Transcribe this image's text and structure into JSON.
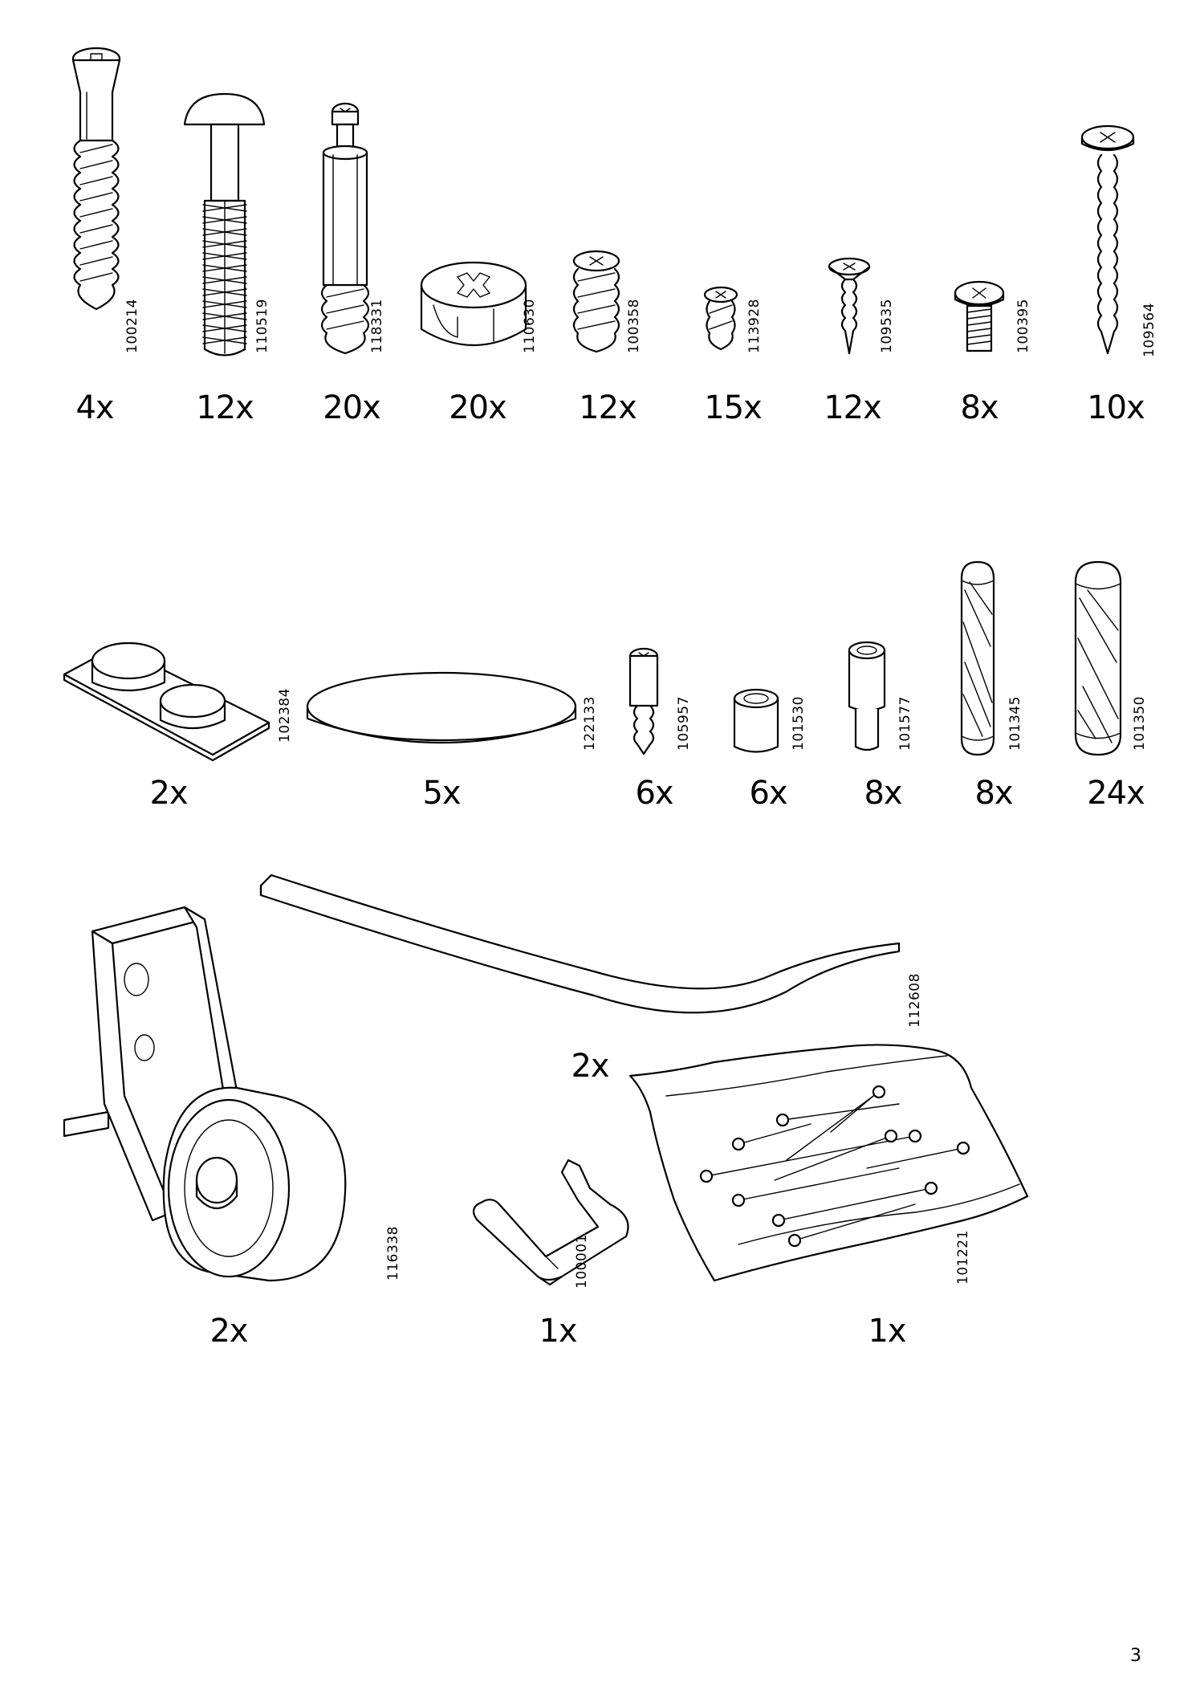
{
  "page_number": "3",
  "row1": [
    {
      "code": "100214",
      "qty": "4x"
    },
    {
      "code": "110519",
      "qty": "12x"
    },
    {
      "code": "118331",
      "qty": "20x"
    },
    {
      "code": "110630",
      "qty": "20x"
    },
    {
      "code": "100358",
      "qty": "12x"
    },
    {
      "code": "113928",
      "qty": "15x"
    },
    {
      "code": "109535",
      "qty": "12x"
    },
    {
      "code": "100395",
      "qty": "8x"
    },
    {
      "code": "109564",
      "qty": "10x"
    }
  ],
  "row2": [
    {
      "code": "102384",
      "qty": "2x"
    },
    {
      "code": "122133",
      "qty": "5x"
    },
    {
      "code": "105957",
      "qty": "6x"
    },
    {
      "code": "101530",
      "qty": "6x"
    },
    {
      "code": "101577",
      "qty": "8x"
    },
    {
      "code": "101345",
      "qty": "8x"
    },
    {
      "code": "101350",
      "qty": "24x"
    }
  ],
  "row3": [
    {
      "code": "112608",
      "qty": "2x"
    },
    {
      "code": "116338",
      "qty": "2x"
    },
    {
      "code": "100001",
      "qty": "1x"
    },
    {
      "code": "101221",
      "qty": "1x"
    }
  ]
}
